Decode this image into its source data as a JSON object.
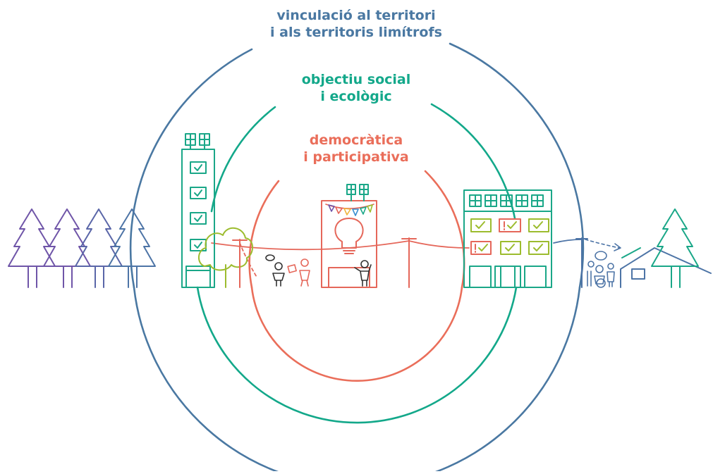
{
  "labels": {
    "outer": {
      "line1": "vinculació al territori",
      "line2": "i als territoris limítrofs"
    },
    "middle": {
      "line1": "objectiu social",
      "line2": "i ecològic"
    },
    "inner": {
      "line1": "democràtica",
      "line2": "i participativa"
    }
  },
  "colors": {
    "outer": "#4a78a2",
    "middle": "#13a88a",
    "inner": "#ea6e5a",
    "trees": "#6f55a8",
    "trees_alt": "#4d74a6",
    "building_green": "#1aa788",
    "building_lime": "#9cbc2e",
    "building_red": "#e5675a",
    "ground": "#3f7aa6",
    "bunting": [
      "#6f55a8",
      "#e5675a",
      "#f0b53d",
      "#3a8fd0",
      "#1aa788",
      "#9cbc2e"
    ]
  },
  "icons": {
    "ground_line": "ground-line-icon",
    "trees": "pine-tree-icon",
    "solar": "solar-panel-icon",
    "checkbox": "check-box-icon",
    "alert_checkbox": "alert-check-box-icon",
    "lightbulb": "lightbulb-icon",
    "people": "person-icon",
    "poles": "utility-pole-icon",
    "house": "house-icon",
    "shrub": "tree-icon"
  }
}
